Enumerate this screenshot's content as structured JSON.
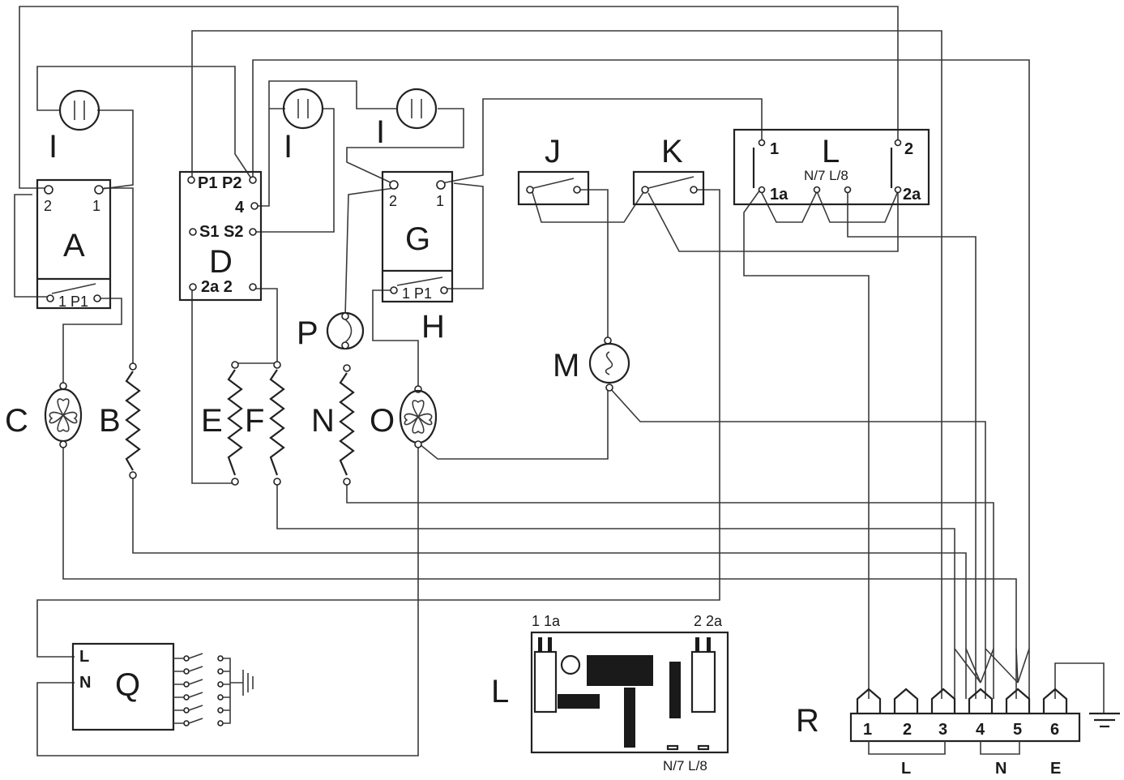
{
  "components": {
    "A": "A",
    "B": "B",
    "C": "C",
    "D": "D",
    "E": "E",
    "F": "F",
    "G": "G",
    "H": "H",
    "I": "I",
    "J": "J",
    "K": "K",
    "L": "L",
    "M": "M",
    "N": "N",
    "O": "O",
    "P": "P",
    "Q": "Q",
    "R": "R"
  },
  "terminals": {
    "a_2": "2",
    "a_1": "1",
    "a_p1": "1 P1",
    "d_p1p2": "P1 P2",
    "d_4": "4",
    "d_s1s2": "S1 S2",
    "d_2a2": "2a  2",
    "g_2": "2",
    "g_1": "1",
    "h_p1": "1 P1",
    "l_1": "1",
    "l_2": "2",
    "l_1a": "1a",
    "l_2a": "2a",
    "l_n7l8": "N/7 L/8",
    "q_l": "L",
    "q_n": "N"
  },
  "board": {
    "top_left": "1  1a",
    "top_right": "2  2a",
    "bottom": "N/7  L/8"
  },
  "terminal_block": {
    "pins": [
      "1",
      "2",
      "3",
      "4",
      "5",
      "6"
    ],
    "groups": [
      "L",
      "N",
      "E"
    ]
  }
}
